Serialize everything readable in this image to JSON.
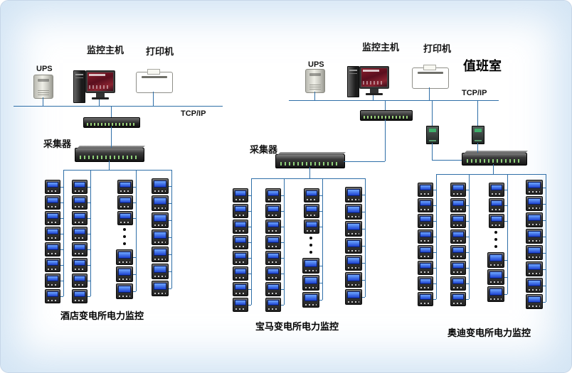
{
  "colors": {
    "line": "#2f6fa8",
    "meter_screen": "#1c41cf"
  },
  "stations": {
    "left": {
      "ups": "UPS",
      "host": "监控主机",
      "printer": "打印机",
      "network": "TCP/IP",
      "collector": "采集器"
    },
    "right": {
      "ups": "UPS",
      "host": "监控主机",
      "printer": "打印机",
      "network": "TCP/IP",
      "collector": "采集器",
      "duty_room": "值班室"
    }
  },
  "groups": [
    {
      "id": "hotel",
      "caption": "酒店变电所电力监控",
      "columns": [
        {
          "meters": 8
        },
        {
          "meters": 8
        },
        {
          "meters": 3,
          "ellipsis": true,
          "meters_after": 3
        },
        {
          "meters": 7
        }
      ]
    },
    {
      "id": "bmw",
      "caption": "宝马变电所电力监控",
      "columns": [
        {
          "meters": 8
        },
        {
          "meters": 8
        },
        {
          "meters": 3,
          "ellipsis": true,
          "meters_after": 3
        },
        {
          "meters": 7
        }
      ]
    },
    {
      "id": "audi",
      "caption": "奥迪变电所电力监控",
      "columns": [
        {
          "meters": 8
        },
        {
          "meters": 8
        },
        {
          "meters": 3,
          "ellipsis": true,
          "meters_after": 3
        },
        {
          "meters": 8
        }
      ]
    }
  ]
}
